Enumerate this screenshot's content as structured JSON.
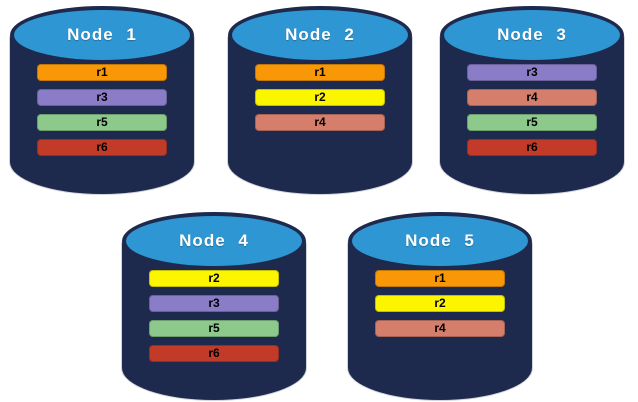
{
  "diagram": {
    "description": "Five database node cylinders holding replicas",
    "colors": {
      "background": "#ffffff",
      "cylinder_body": "#1E2A4D",
      "cylinder_top": "#2E96D3",
      "title_text": "#ffffff",
      "bar_text": "#000000",
      "replica_colors": {
        "r1": "#F99806",
        "r2": "#FCF500",
        "r3": "#8A7CC6",
        "r4": "#D57E6C",
        "r5": "#8EC98C",
        "r6": "#C23B28"
      }
    },
    "nodes": [
      {
        "label": "Node 1",
        "replicas": [
          "r1",
          "r3",
          "r5",
          "r6"
        ]
      },
      {
        "label": "Node 2",
        "replicas": [
          "r1",
          "r2",
          "r4"
        ]
      },
      {
        "label": "Node 3",
        "replicas": [
          "r3",
          "r4",
          "r5",
          "r6"
        ]
      },
      {
        "label": "Node 4",
        "replicas": [
          "r2",
          "r3",
          "r5",
          "r6"
        ]
      },
      {
        "label": "Node 5",
        "replicas": [
          "r1",
          "r2",
          "r4"
        ]
      }
    ]
  }
}
